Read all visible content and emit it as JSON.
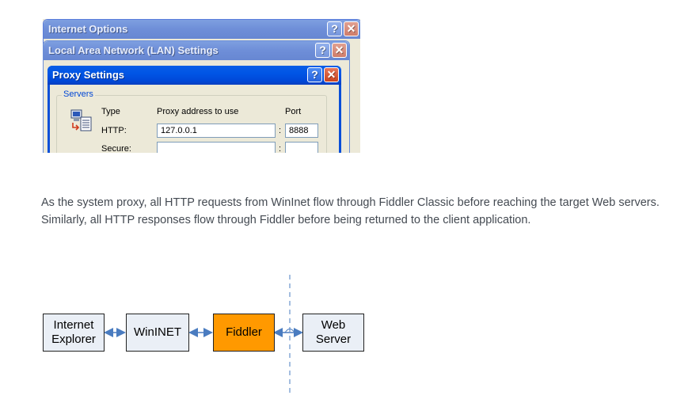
{
  "screenshot": {
    "windows": [
      {
        "title": "Internet Options",
        "help_label": "?",
        "close_label": "✕"
      },
      {
        "title": "Local Area Network (LAN) Settings",
        "help_label": "?",
        "close_label": "✕"
      },
      {
        "title": "Proxy Settings",
        "help_label": "?",
        "close_label": "✕"
      }
    ],
    "servers_group": {
      "label": "Servers",
      "col_type": "Type",
      "col_address": "Proxy address to use",
      "col_port": "Port",
      "rows": [
        {
          "type": "HTTP:",
          "address": "127.0.0.1",
          "separator": ":",
          "port": "8888"
        },
        {
          "type": "Secure:",
          "address": "",
          "separator": ":",
          "port": ""
        }
      ]
    }
  },
  "paragraph": "As the system proxy, all HTTP requests from WinInet flow through Fiddler Classic before reaching the target Web servers. Similarly, all HTTP responses flow through Fiddler before being returned to the client application.",
  "diagram": {
    "nodes": [
      {
        "label": "Internet\nExplorer"
      },
      {
        "label": "WinINET"
      },
      {
        "label": "Fiddler"
      },
      {
        "label": "Web\nServer"
      }
    ],
    "colors": {
      "node_fill": "#eaeff6",
      "fiddler_fill": "#ff9900",
      "arrow": "#4a7cc0",
      "boundary": "#4a7cc0"
    }
  }
}
